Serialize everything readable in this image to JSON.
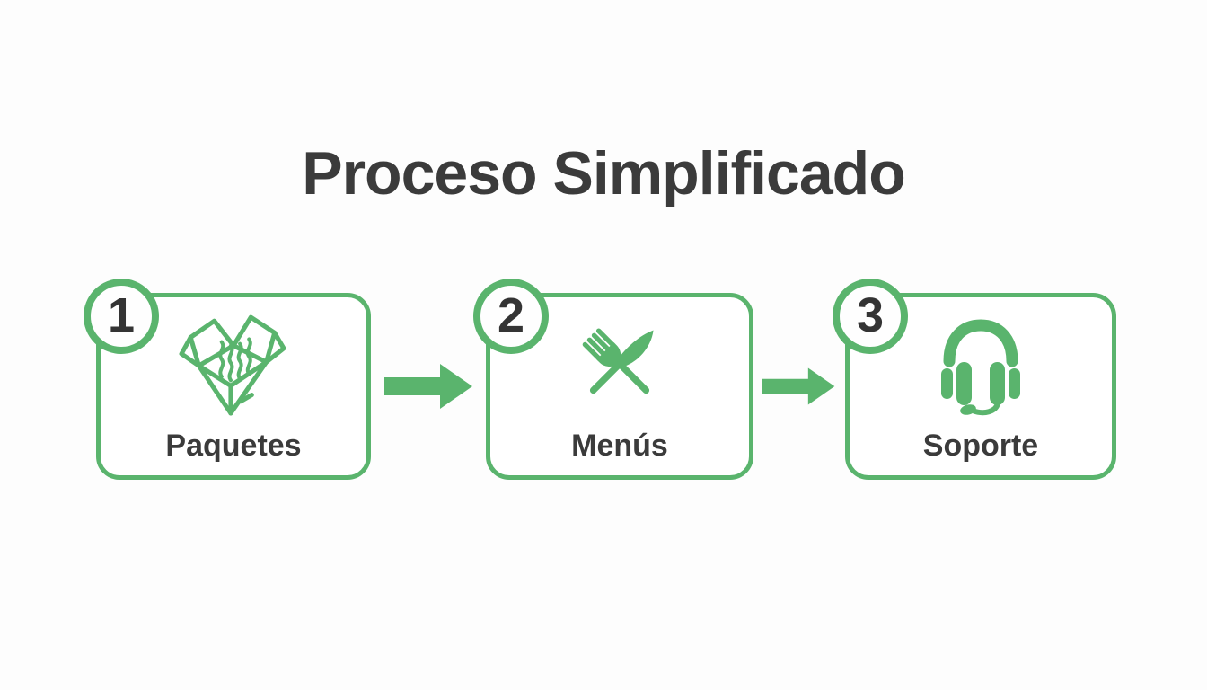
{
  "title": "Proceso Simplificado",
  "colors": {
    "accent_green": "#5ab46d",
    "text_dark": "#3b3b3b",
    "background": "#fdfdfd",
    "card_background": "#ffffff"
  },
  "steps": [
    {
      "number": "1",
      "label": "Paquetes",
      "icon": "open-box-icon"
    },
    {
      "number": "2",
      "label": "Menús",
      "icon": "fork-knife-icon"
    },
    {
      "number": "3",
      "label": "Soporte",
      "icon": "headset-icon"
    }
  ],
  "arrows": [
    {
      "icon": "right-arrow-icon"
    },
    {
      "icon": "right-arrow-icon"
    }
  ]
}
